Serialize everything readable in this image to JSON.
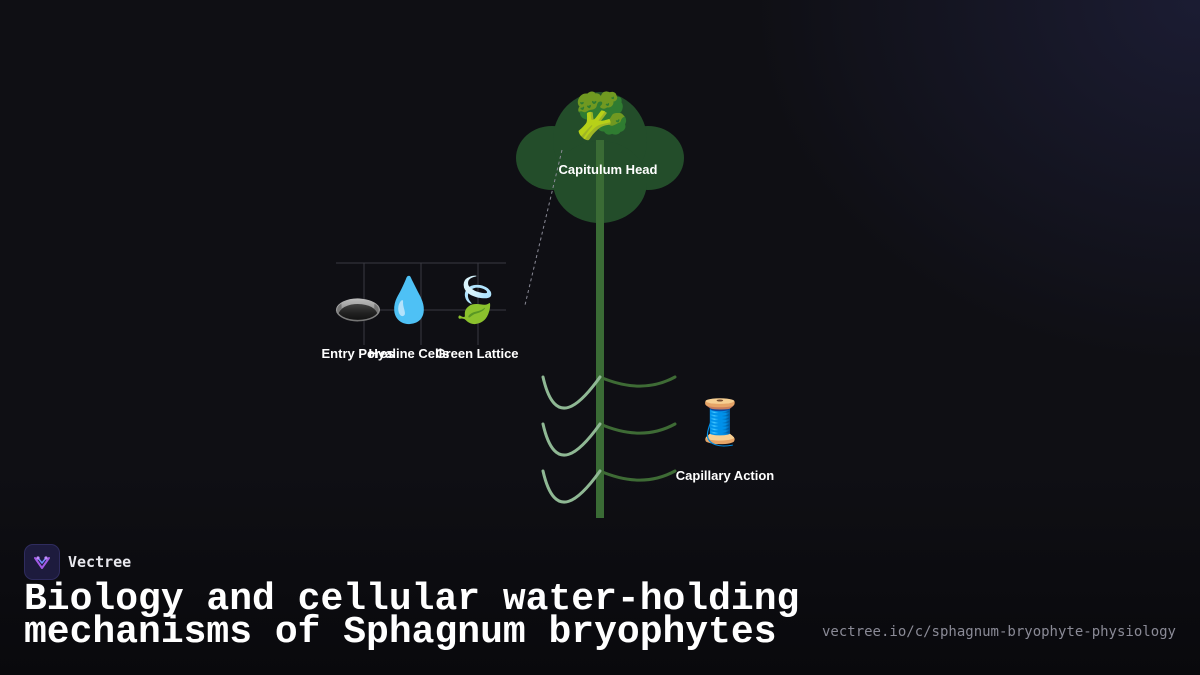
{
  "nodes": {
    "capitulum": {
      "label": "Capitulum Head",
      "icon": "🥦",
      "icon_name": "broccoli-icon"
    },
    "entry_pores": {
      "label": "Entry Pores",
      "icon": "🕳️",
      "icon_name": "hole-icon"
    },
    "hyaline_cells": {
      "label": "Hyaline Cells",
      "icon": "💧",
      "icon_name": "droplet-icon"
    },
    "green_lattice": {
      "label": "Green Lattice",
      "icon": "🍃",
      "icon_name": "leaf-icon"
    },
    "capillary_action": {
      "label": "Capillary Action",
      "icon": "🧵",
      "icon_name": "thread-spool-icon"
    }
  },
  "colors": {
    "background": "#0f0f14",
    "stem": "#3a6b35",
    "capitulum_fill": "#234d2a",
    "branch_dark": "#3e6b35",
    "branch_light": "#8fb894",
    "grid_line": "#3a3a42"
  },
  "brand": {
    "name": "Vectree",
    "logo_icon": "vectree-logo-icon"
  },
  "title": "Biology and cellular water-holding mechanisms of Sphagnum bryophytes",
  "url": "vectree.io/c/sphagnum-bryophyte-physiology"
}
